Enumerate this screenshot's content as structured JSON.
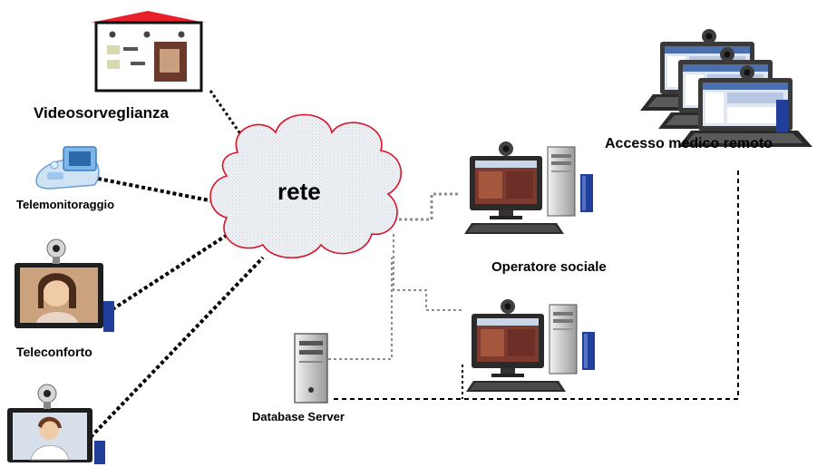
{
  "diagram": {
    "cloud_label": "rete",
    "nodes": {
      "videosorveglianza": "Videosorveglianza",
      "telemonitoraggio": "Telemonitoraggio",
      "teleconforto": "Teleconforto",
      "database_server": "Database Server",
      "operatore_sociale": "Operatore sociale",
      "accesso_medico_remoto": "Accesso medico remoto"
    }
  },
  "colors": {
    "cloud_fill": "#e9ecf0",
    "cloud_outline": "#d8142a",
    "house_roof": "#e8202a",
    "monitor_frame": "#1e1e1e",
    "tower": "#d9d9d9",
    "ups_blue": "#1f3f9a",
    "link_dark": "#000000",
    "link_gray": "#8c8c8c"
  },
  "icons": [
    "house-cctv-icon",
    "telemonitor-device-icon",
    "videophone-woman-icon",
    "videophone-doctor-icon",
    "server-tower-icon",
    "desktop-workstation-icon",
    "laptop-webcam-icon",
    "network-cloud-icon"
  ]
}
